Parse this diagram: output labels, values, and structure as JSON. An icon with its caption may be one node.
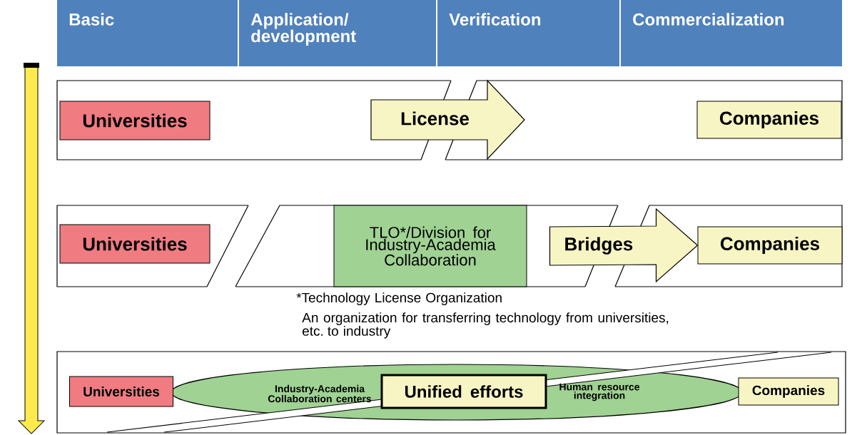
{
  "diagram": {
    "nodes": [
      {
        "text": [
          "Basic"
        ]
      },
      {
        "text": [
          "Application/ development"
        ]
      },
      {
        "text": [
          "Verification"
        ]
      },
      {
        "text": [
          "Commercialization"
        ]
      },
      {
        "text": [],
        "shape": "box"
      },
      {
        "text": [
          "Universities"
        ],
        "in": 4
      },
      {
        "text": [
          "License"
        ],
        "in": 4
      },
      {
        "text": [
          "Companies"
        ],
        "in": 4
      },
      {
        "text": [],
        "shape": "box"
      },
      {
        "text": [
          "Universities"
        ],
        "in": 8
      },
      {
        "text": [
          "TLO*/Division for Industry-Academia Collaboration"
        ],
        "in": 8,
        "beside": [
          "*Technology License Organization",
          "An organization for transferring technology from universities, etc. to industry"
        ]
      },
      {
        "text": [
          "Companies"
        ],
        "in": 8
      },
      {
        "text": [],
        "shape": "box"
      },
      {
        "text": [
          "Universities"
        ],
        "in": 12
      },
      {
        "text": [
          "Industry-Academia Collaboration centers",
          "Human resource integration"
        ],
        "in": 12
      },
      {
        "text": [
          "Unified efforts"
        ],
        "in": 14
      },
      {
        "text": [
          "Companies"
        ],
        "in": 12
      }
    ],
    "edges": [
      {
        "from": 10,
        "to": 11,
        "arrow": "to",
        "label": "Bridges"
      }
    ]
  }
}
